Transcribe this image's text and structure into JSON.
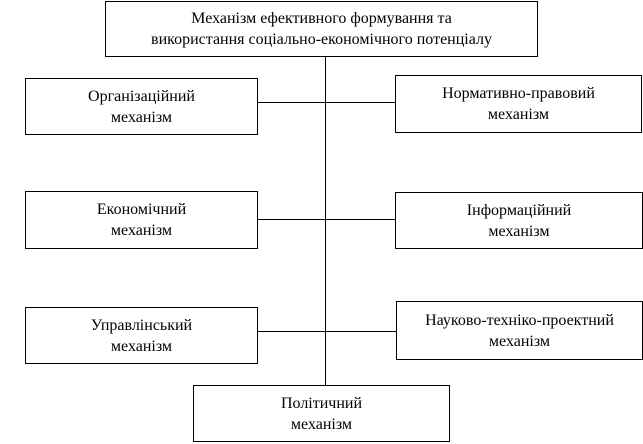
{
  "diagram": {
    "root": {
      "line1": "Механізм ефективного формування та",
      "line2": "використання соціально-економічного потенціалу"
    },
    "nodes": {
      "organizational": {
        "line1": "Організаційний",
        "line2": "механізм"
      },
      "normative_legal": {
        "line1": "Нормативно-правовий",
        "line2": "механізм"
      },
      "economic": {
        "line1": "Економічний",
        "line2": "механізм"
      },
      "informational": {
        "line1": "Інформаційний",
        "line2": "механізм"
      },
      "managerial": {
        "line1": "Управлінський",
        "line2": "механізм"
      },
      "scientific_technical": {
        "line1": "Науково-техніко-проектний",
        "line2": "механізм"
      },
      "political": {
        "line1": "Політичний",
        "line2": "механізм"
      }
    }
  }
}
